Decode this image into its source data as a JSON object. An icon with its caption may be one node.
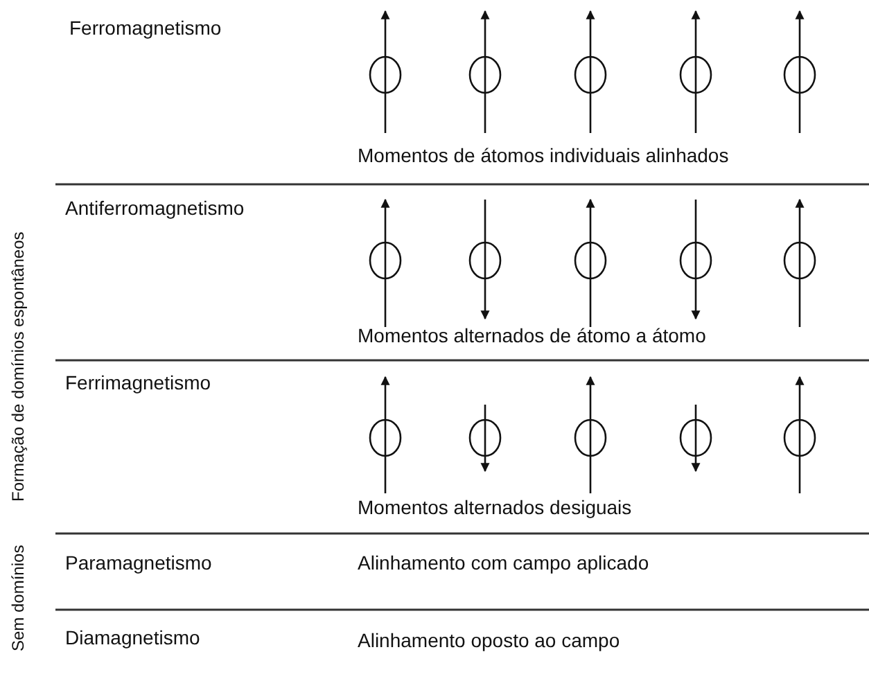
{
  "diagram": {
    "labels": [
      "Formação de domínios espontâneos",
      "Ferromagnetismo",
      "Momentos de átomos individuais alinhados",
      "Antiferromagnetismo",
      "Momentos alternados de átomo a átomo",
      "Ferrimagnetismo",
      "Momentos alternados desiguais",
      "Sem domínios",
      "Paramagnetismo",
      "Alinhamento com campo aplicado",
      "Diamagnetismo",
      "Alinhamento oposto ao campo"
    ]
  }
}
